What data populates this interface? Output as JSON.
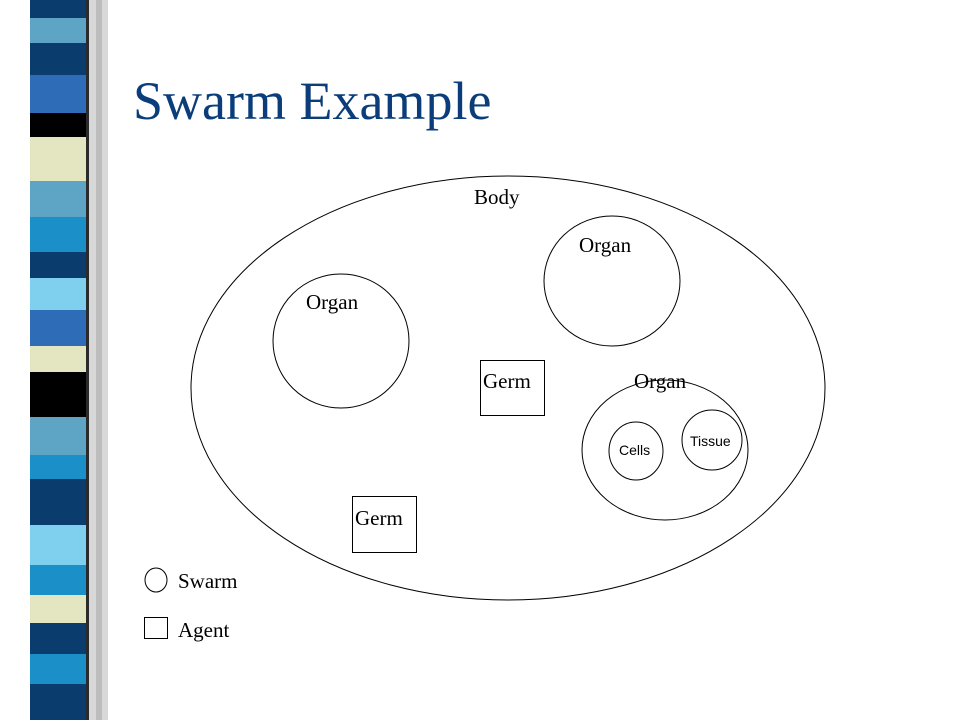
{
  "slide": {
    "title": "Swarm Example"
  },
  "diagram": {
    "body_label": "Body",
    "organ_top_right_label": "Organ",
    "organ_left_label": "Organ",
    "organ_lower_right_label": "Organ",
    "germ_center_label": "Germ",
    "germ_lower_label": "Germ",
    "cells_label": "Cells",
    "tissue_label": "Tissue"
  },
  "legend": {
    "swarm_label": "Swarm",
    "agent_label": "Agent"
  },
  "colors": {
    "title": "#0a3d7a",
    "stripe": [
      "#5ea4c4",
      "#0a3d6e",
      "#1a8fc8",
      "#7fd0ef",
      "#000000",
      "#e3e6c0",
      "#2e6cb8"
    ]
  }
}
